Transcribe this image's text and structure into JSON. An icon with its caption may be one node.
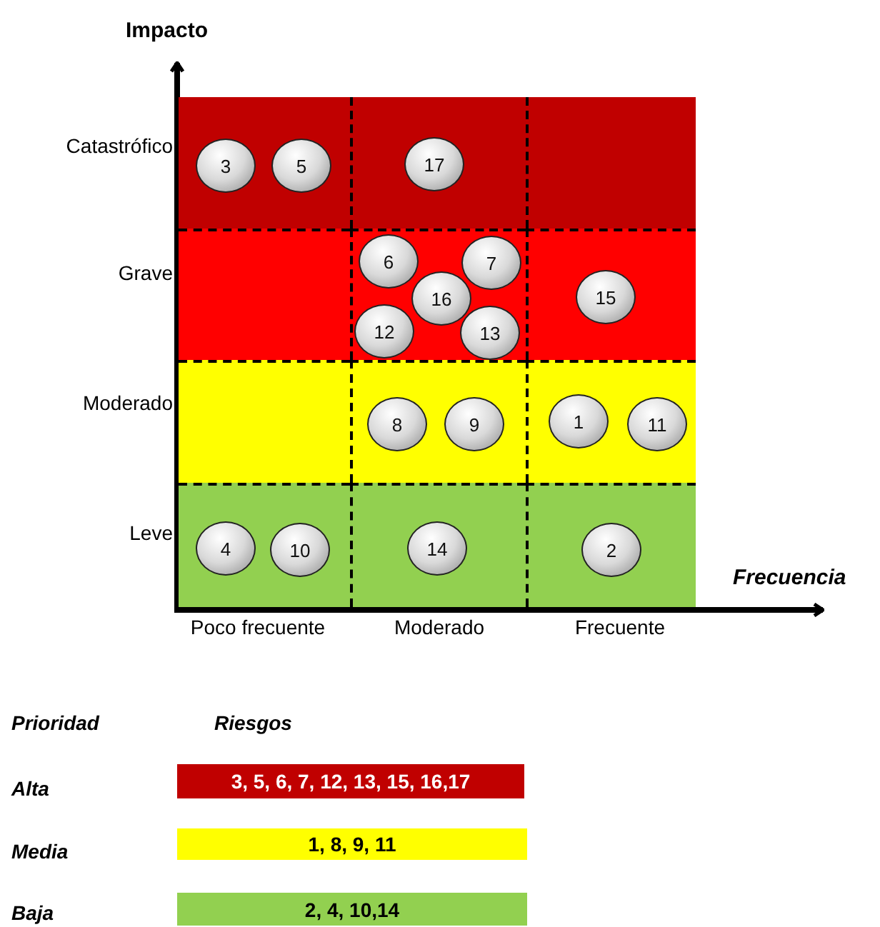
{
  "diagram": {
    "nodes": [
      {
        "text": [],
        "shape": "box"
      },
      {
        "text": [
          "3"
        ],
        "in": 0
      },
      {
        "text": [
          "5"
        ],
        "in": 0
      },
      {
        "text": [],
        "shape": "box"
      },
      {
        "text": [
          "17"
        ],
        "in": 3
      },
      {
        "text": [],
        "shape": "box"
      },
      {
        "text": [],
        "shape": "box"
      },
      {
        "text": [],
        "shape": "box"
      },
      {
        "text": [
          "6"
        ],
        "in": 7
      },
      {
        "text": [
          "7"
        ],
        "in": 7
      },
      {
        "text": [
          "16"
        ],
        "in": 7
      },
      {
        "text": [
          "12"
        ],
        "in": 7
      },
      {
        "text": [
          "13"
        ],
        "in": 7
      },
      {
        "text": [],
        "shape": "box"
      },
      {
        "text": [
          "15"
        ],
        "in": 13
      },
      {
        "text": [],
        "shape": "box"
      },
      {
        "text": [],
        "shape": "box"
      },
      {
        "text": [
          "8"
        ],
        "in": 16
      },
      {
        "text": [
          "9"
        ],
        "in": 16
      },
      {
        "text": [],
        "shape": "box"
      },
      {
        "text": [
          "1"
        ],
        "in": 19
      },
      {
        "text": [
          "11"
        ],
        "in": 19
      },
      {
        "text": [],
        "shape": "box"
      },
      {
        "text": [
          "4"
        ],
        "in": 22
      },
      {
        "text": [
          "10"
        ],
        "in": 22
      },
      {
        "text": [],
        "shape": "box"
      },
      {
        "text": [
          "14"
        ],
        "in": 25
      },
      {
        "text": [],
        "shape": "box"
      },
      {
        "text": [
          "2"
        ],
        "in": 27
      }
    ],
    "edges": [],
    "labels": [
      "Impacto",
      "Catastrófico",
      "Grave",
      "Moderado",
      "Leve",
      "Frecuencia",
      "Poco frecuente",
      "Moderado",
      "Frecuente",
      "Prioridad",
      "Riesgos",
      "Alta",
      "3, 5, 6, 7, 12, 13, 15, 16,17",
      "Media",
      "1, 8, 9, 11",
      "Baja",
      "2, 4, 10,14"
    ]
  }
}
